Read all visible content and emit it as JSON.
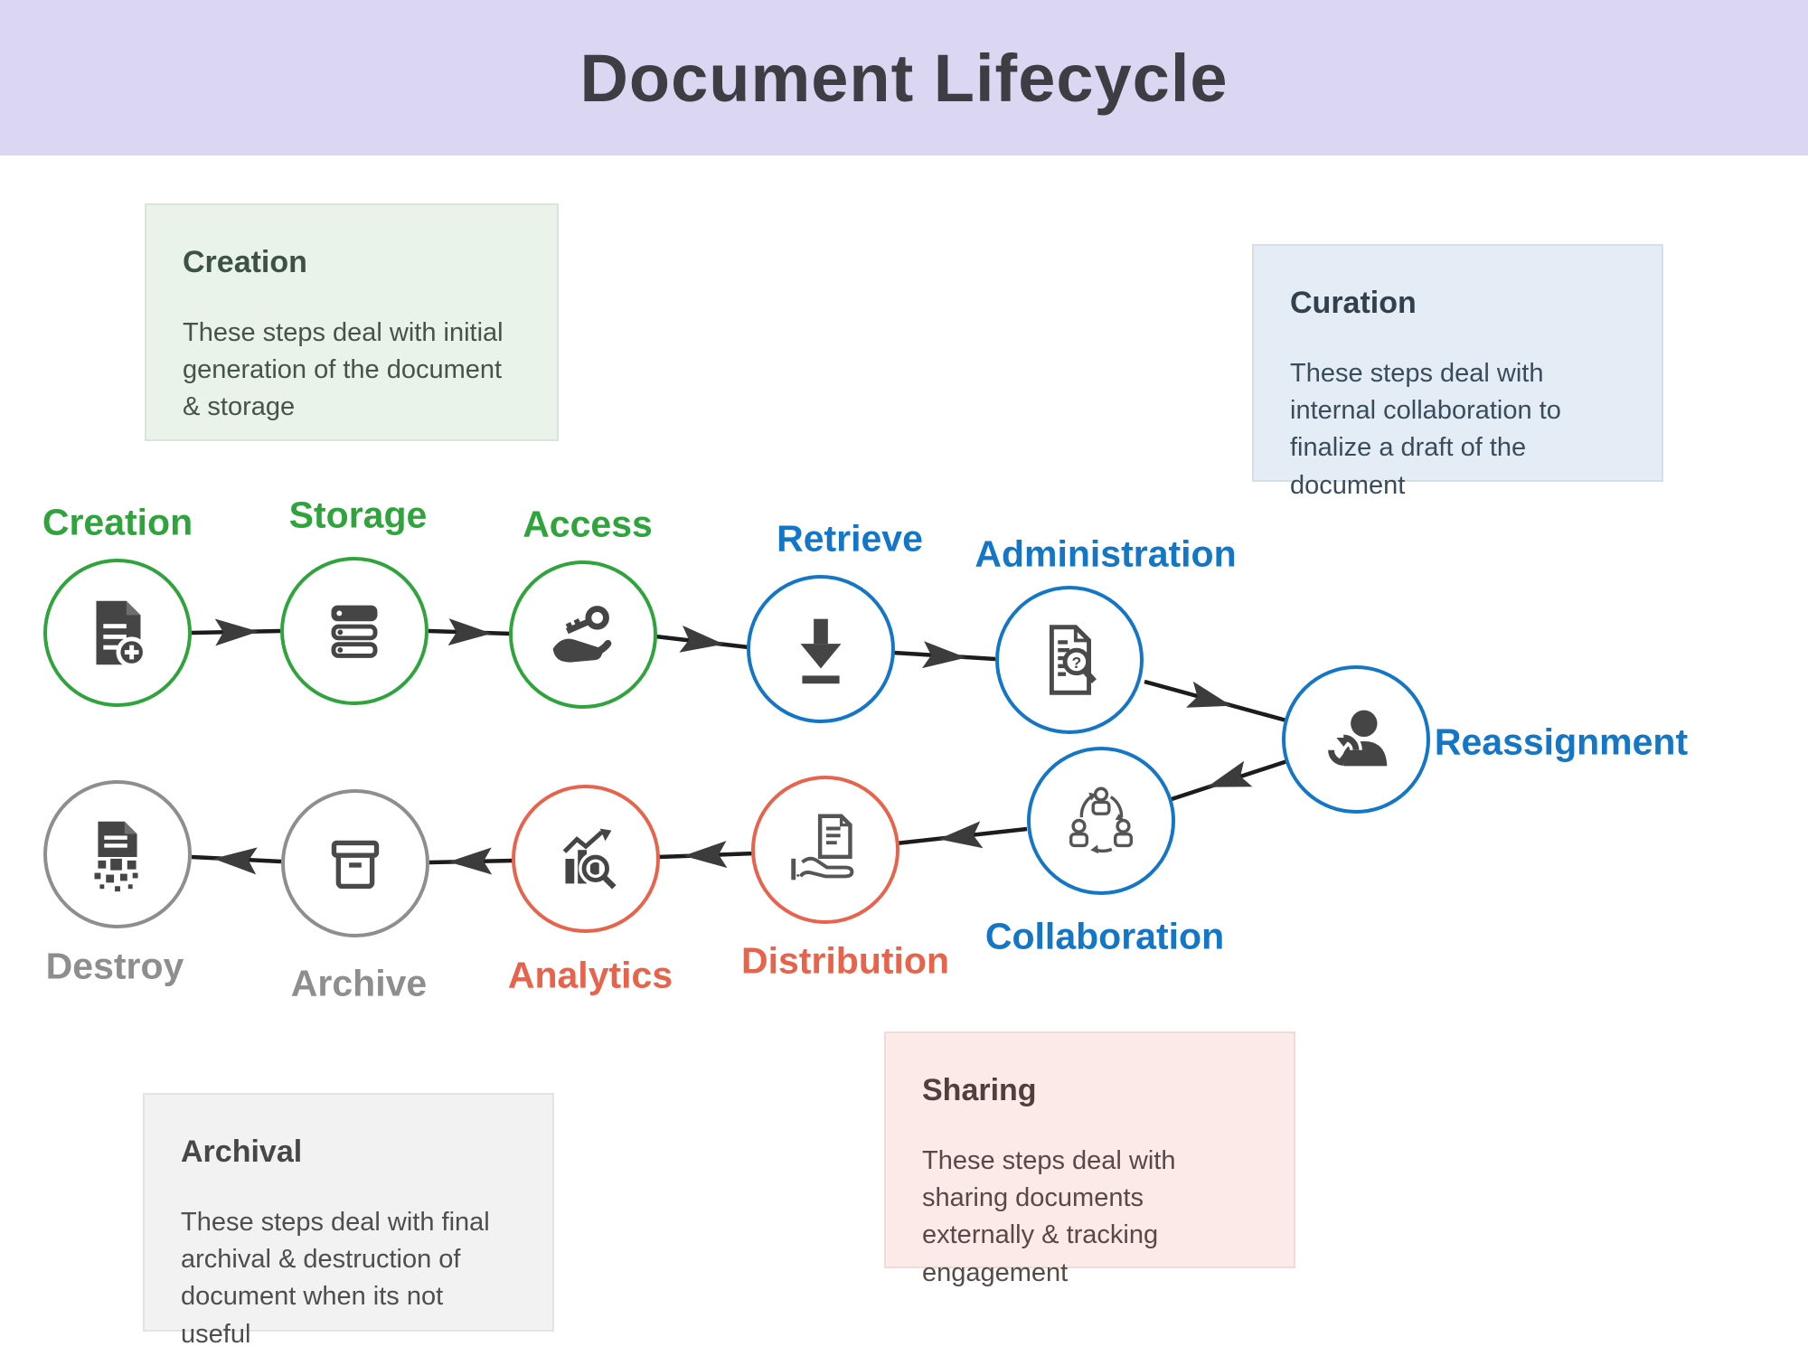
{
  "header": {
    "title": "Document Lifecycle"
  },
  "info_boxes": {
    "creation": {
      "title": "Creation",
      "body": "These steps deal with initial generation of the document & storage",
      "bg": "#e9f3e9",
      "title_color": "#3d5145",
      "body_color": "#44544a"
    },
    "curation": {
      "title": "Curation",
      "body": "These steps deal with internal collaboration to finalize a draft of the document",
      "bg": "#e4edf5",
      "title_color": "#31404d",
      "body_color": "#3a4c5b"
    },
    "sharing": {
      "title": "Sharing",
      "body": "These steps deal with sharing documents externally & tracking engagement",
      "bg": "#fceae8",
      "title_color": "#4f403c",
      "body_color": "#574945"
    },
    "archival": {
      "title": "Archival",
      "body": "These steps deal with final archival & destruction of document when its not useful",
      "bg": "#f2f2f2",
      "title_color": "#474747",
      "body_color": "#4e4e4e"
    }
  },
  "nodes": [
    {
      "label": "Creation",
      "icon": "document-plus-icon",
      "color": "#2fa43c"
    },
    {
      "label": "Storage",
      "icon": "server-stack-icon",
      "color": "#2fa43c"
    },
    {
      "label": "Access",
      "icon": "hand-key-icon",
      "color": "#2fa43c"
    },
    {
      "label": "Retrieve",
      "icon": "download-icon",
      "color": "#1476c6"
    },
    {
      "label": "Administration",
      "icon": "document-search-icon",
      "color": "#1476c6"
    },
    {
      "label": "Reassignment",
      "icon": "person-sync-icon",
      "color": "#1476c6"
    },
    {
      "label": "Collaboration",
      "icon": "people-cycle-icon",
      "color": "#1476c6"
    },
    {
      "label": "Distribution",
      "icon": "hand-document-icon",
      "color": "#e8634b"
    },
    {
      "label": "Analytics",
      "icon": "chart-magnifier-icon",
      "color": "#e8634b"
    },
    {
      "label": "Archive",
      "icon": "archive-box-icon",
      "color": "#8e8e8e"
    },
    {
      "label": "Destroy",
      "icon": "document-shred-icon",
      "color": "#8e8e8e"
    }
  ],
  "colors": {
    "header_bg": "#dbd7f3",
    "title_text": "#3d3d43",
    "stage_green": "#2fa43c",
    "stage_blue": "#1476c6",
    "stage_orange": "#e8634b",
    "stage_gray": "#8e8e8e",
    "icon_gray": "#454545",
    "arrow_line": "#1c1c1c",
    "arrow_head": "#3c3c3c"
  }
}
